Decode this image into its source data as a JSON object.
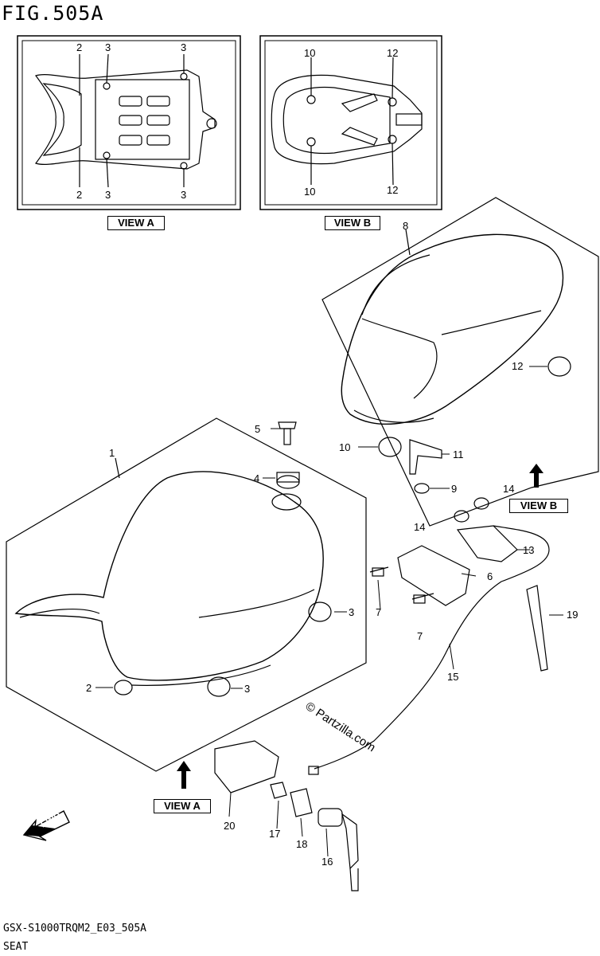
{
  "figure": {
    "title": "FIG.505A",
    "footer_code": "GSX-S1000TRQM2_E03_505A",
    "footer_name": "SEAT",
    "watermark": "© Partzilla.com"
  },
  "views": {
    "view_a": "VIEW A",
    "view_b": "VIEW B"
  },
  "callouts": {
    "a_2_top": "2",
    "a_3_top1": "3",
    "a_3_top2": "3",
    "a_2_bot": "2",
    "a_3_bot1": "3",
    "a_3_bot2": "3",
    "b_10_top": "10",
    "b_12_top": "12",
    "b_10_bot": "10",
    "b_12_bot": "12",
    "p1": "1",
    "p2": "2",
    "p3a": "3",
    "p3b": "3",
    "p4": "4",
    "p5": "5",
    "p6": "6",
    "p7a": "7",
    "p7b": "7",
    "p8": "8",
    "p9": "9",
    "p10": "10",
    "p11": "11",
    "p12": "12",
    "p13": "13",
    "p14a": "14",
    "p14b": "14",
    "p15": "15",
    "p16": "16",
    "p17": "17",
    "p18": "18",
    "p19": "19",
    "p20": "20"
  }
}
